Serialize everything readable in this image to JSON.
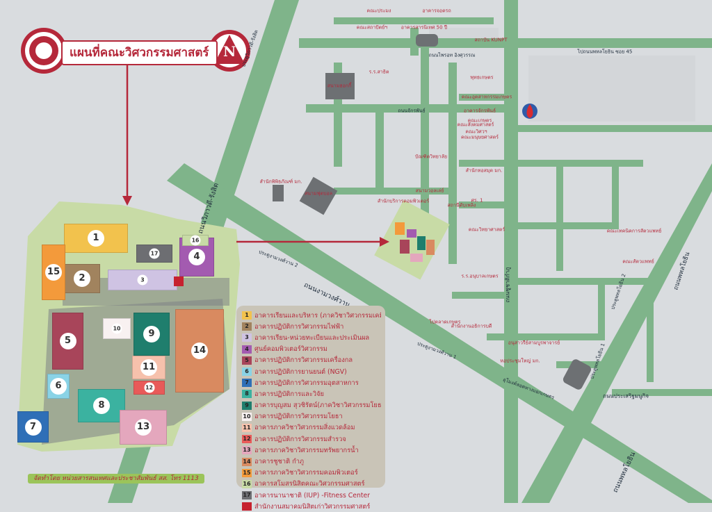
{
  "title": "แผนที่คณะวิศวกรรมศาสตร์",
  "north_label": "N",
  "credit": "จัดทำโดย หน่วยสารสนเทศและประชาสัมพันธ์ สส. โทร 1113",
  "colors": {
    "road": "#7fb48a",
    "campus": "#c8dba6",
    "accent": "#b5283a",
    "legend_bg": "#c9c4b7",
    "block_fill": "#d9dcdf"
  },
  "legend": [
    {
      "num": "1",
      "color": "#f2c24d",
      "text": "อาคารเรียนและบริหาร (ภาควิชาวิศวกรรมเคมี)"
    },
    {
      "num": "2",
      "color": "#a1835e",
      "text": "อาคารปฏิบัติการวิศวกรรมไฟฟ้า"
    },
    {
      "num": "3",
      "color": "#cfc3e3",
      "text": "อาคารเรียน-หน่วยทะเบียนและประเมินผล"
    },
    {
      "num": "4",
      "color": "#a35bb0",
      "text": "ศูนย์คอมพิวเตอร์วิศวกรรม"
    },
    {
      "num": "5",
      "color": "#a8455a",
      "text": "อาคารปฏิบัติการวิศวกรรมเครื่องกล"
    },
    {
      "num": "6",
      "color": "#8ad3e6",
      "text": "อาคารปฏิบัติการยานยนต์ (NGV)"
    },
    {
      "num": "7",
      "color": "#2f6fb7",
      "text": "อาคารปฏิบัติการวิศวกรรมอุตสาหการ"
    },
    {
      "num": "8",
      "color": "#3bb2a0",
      "text": "อาคารปฏิบัติการและวิจัย"
    },
    {
      "num": "9",
      "color": "#1f7e6d",
      "text": "อาคารบุญสม สุวชิรัตน์(ภาควิชาวิศวกรรมโยธา)"
    },
    {
      "num": "10",
      "color": "#f8f1f1",
      "text": "อาคารปฏิบัติการวิศวกรรมโยธา"
    },
    {
      "num": "11",
      "color": "#f6c1ac",
      "text": "อาคารภาควิชาวิศวกรรมสิ่งแวดล้อม"
    },
    {
      "num": "12",
      "color": "#e85a59",
      "text": "อาคารปฏิบัติการวิศวกรรมสำรวจ"
    },
    {
      "num": "13",
      "color": "#e4a7bd",
      "text": "อาคารภาควิชาวิศวกรรมทรัพยากรน้ำ"
    },
    {
      "num": "14",
      "color": "#d98a60",
      "text": "อาคารชูชาติ กำภู"
    },
    {
      "num": "15",
      "color": "#f39a3b",
      "text": "อาคารภาควิชาวิศวกรรมคอมพิวเตอร์"
    },
    {
      "num": "16",
      "color": "#c8dba6",
      "text": "อาคารสโมสรนิสิตคณะวิศวกรรมศาสตร์"
    },
    {
      "num": "17",
      "color": "#6d6e72",
      "text": "อาคารนานาชาติ (IUP) -Fitness Center"
    },
    {
      "num": "",
      "color": "#c6212f",
      "text": "สำนักงานสมาคมนิสิตเก่าวิศวกรรมศาสตร์"
    }
  ],
  "buildings": [
    {
      "num": "1",
      "color": "#f2c24d"
    },
    {
      "num": "2",
      "color": "#a1835e"
    },
    {
      "num": "3",
      "color": "#cfc3e3"
    },
    {
      "num": "4",
      "color": "#a35bb0"
    },
    {
      "num": "5",
      "color": "#a8455a"
    },
    {
      "num": "6",
      "color": "#8ad3e6"
    },
    {
      "num": "7",
      "color": "#2f6fb7"
    },
    {
      "num": "8",
      "color": "#3bb2a0"
    },
    {
      "num": "9",
      "color": "#1f7e6d"
    },
    {
      "num": "10",
      "color": "#f8f1f1"
    },
    {
      "num": "11",
      "color": "#f6c1ac"
    },
    {
      "num": "12",
      "color": "#e85a59"
    },
    {
      "num": "13",
      "color": "#e4a7bd"
    },
    {
      "num": "14",
      "color": "#d98a60"
    },
    {
      "num": "15",
      "color": "#f39a3b"
    },
    {
      "num": "16",
      "color": "#c8dba6"
    },
    {
      "num": "17",
      "color": "#6d6e72"
    }
  ],
  "roads": {
    "vibhavadi": "ถนนวิภาวดี-รังสิต",
    "ngamwongwan": "ถนนงามวงศ์วาน",
    "phahon": "ถนนพหลโยธิน",
    "phahon2": "ถนนพหลโยธิน",
    "prasertmanukit": "ถนนประเสริฐมนูกิจ",
    "chuchat": "ถนนชูชาติกำภู",
    "wiphawadi_gate": "ประตูวิภาวดี-รังสิต",
    "ngam_gate_2": "ประตูงามวงศ์วาน 2",
    "ngam_gate_1": "ประตูงามวงศ์วาน 1",
    "phahon_gate_2": "ประตูพหลโยธิน 2",
    "phahon_gate_1": "ประตูพหลโยธิน 1",
    "phahon45": "ไปถนนพหลโยธิน ซอย 45",
    "chakrabhand": "ถนนจักรพันธ์",
    "phairot": "ถนนไพรอท อิงศุวรรณ",
    "chuchat_tunnel": "อุโมงค์ลอดทางแยกเกษตร"
  },
  "places": [
    "คณะประมง",
    "อาคารจอดรถ",
    "คณะสถาปัตย์ฯ",
    "อาคารสารนิเทศ 50 ปี",
    "สถาบัน KUNPT",
    "ร.ร.สาธิต",
    "สนามฮอกกี้",
    "อาคารจักรพันธ์",
    "คณะสังคมศาสตร์",
    "คณะมนุษยศาสตร์",
    "บัณฑิตวิทยาลัย",
    "คณะเกษตร",
    "พุทธเกษตร",
    "คณะอุตสาหกรรมเกษตร",
    "คณะวิศวฯ",
    "สำนักหอสมุด มก.",
    "ศร. 1",
    "คณะวิทยาศาสตร์",
    "ร.ร.อนุบาลเกษตร",
    "คณะเทคนิคการสัตวแพทย์",
    "คณะสัตวแพทย์",
    "อนุสาวรีย์สามบูรพาจารย์",
    "หอประชุมใหญ่ มก.",
    "สำนักงานอธิการบดี",
    "สนามฟุตบอล",
    "สำนักพิพิธภัณฑ์ มก.",
    "สนามวอลเล่ย์",
    "สถานีดับเพลิง",
    "สำนักบริการคอมพิวเตอร์",
    "ไปตลาดเกษตร"
  ]
}
